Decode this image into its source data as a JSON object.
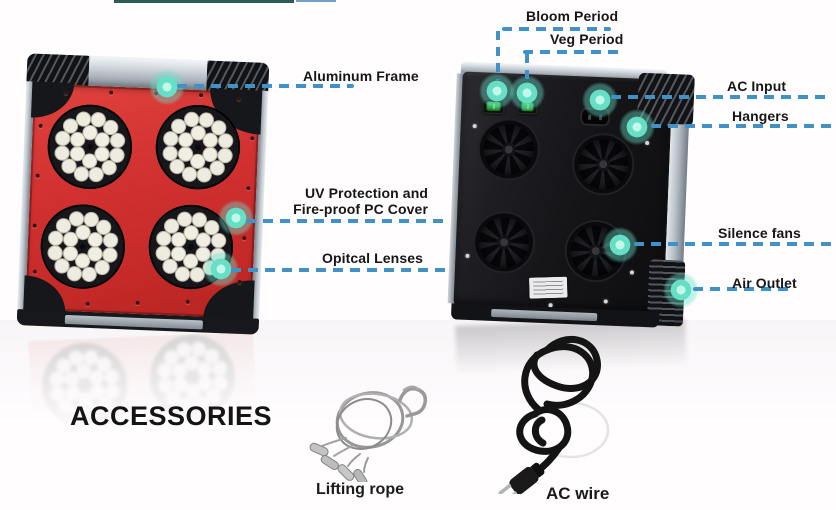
{
  "banner": {
    "strip_color": "#2f5d52"
  },
  "colors": {
    "dash_blue": "#4191c9",
    "marker_teal": "#65e0c7",
    "panel_red": "#d23231",
    "switch_green": "#2fae44",
    "text_dark": "#161616"
  },
  "callouts": {
    "bloom_period": "Bloom Period",
    "veg_period": "Veg Period",
    "aluminum_frame": "Aluminum Frame",
    "ac_input": "AC Input",
    "hangers": "Hangers",
    "uv_protection_line1": "UV Protection and",
    "uv_protection_line2": "Fire-proof PC Cover",
    "optical_lenses": "Opitcal Lenses",
    "silence_fans": "Silence fans",
    "air_outlet": "Air Outlet"
  },
  "accessories": {
    "title": "ACCESSORIES",
    "items": [
      {
        "label": "Lifting rope"
      },
      {
        "label": "AC wire"
      }
    ]
  }
}
